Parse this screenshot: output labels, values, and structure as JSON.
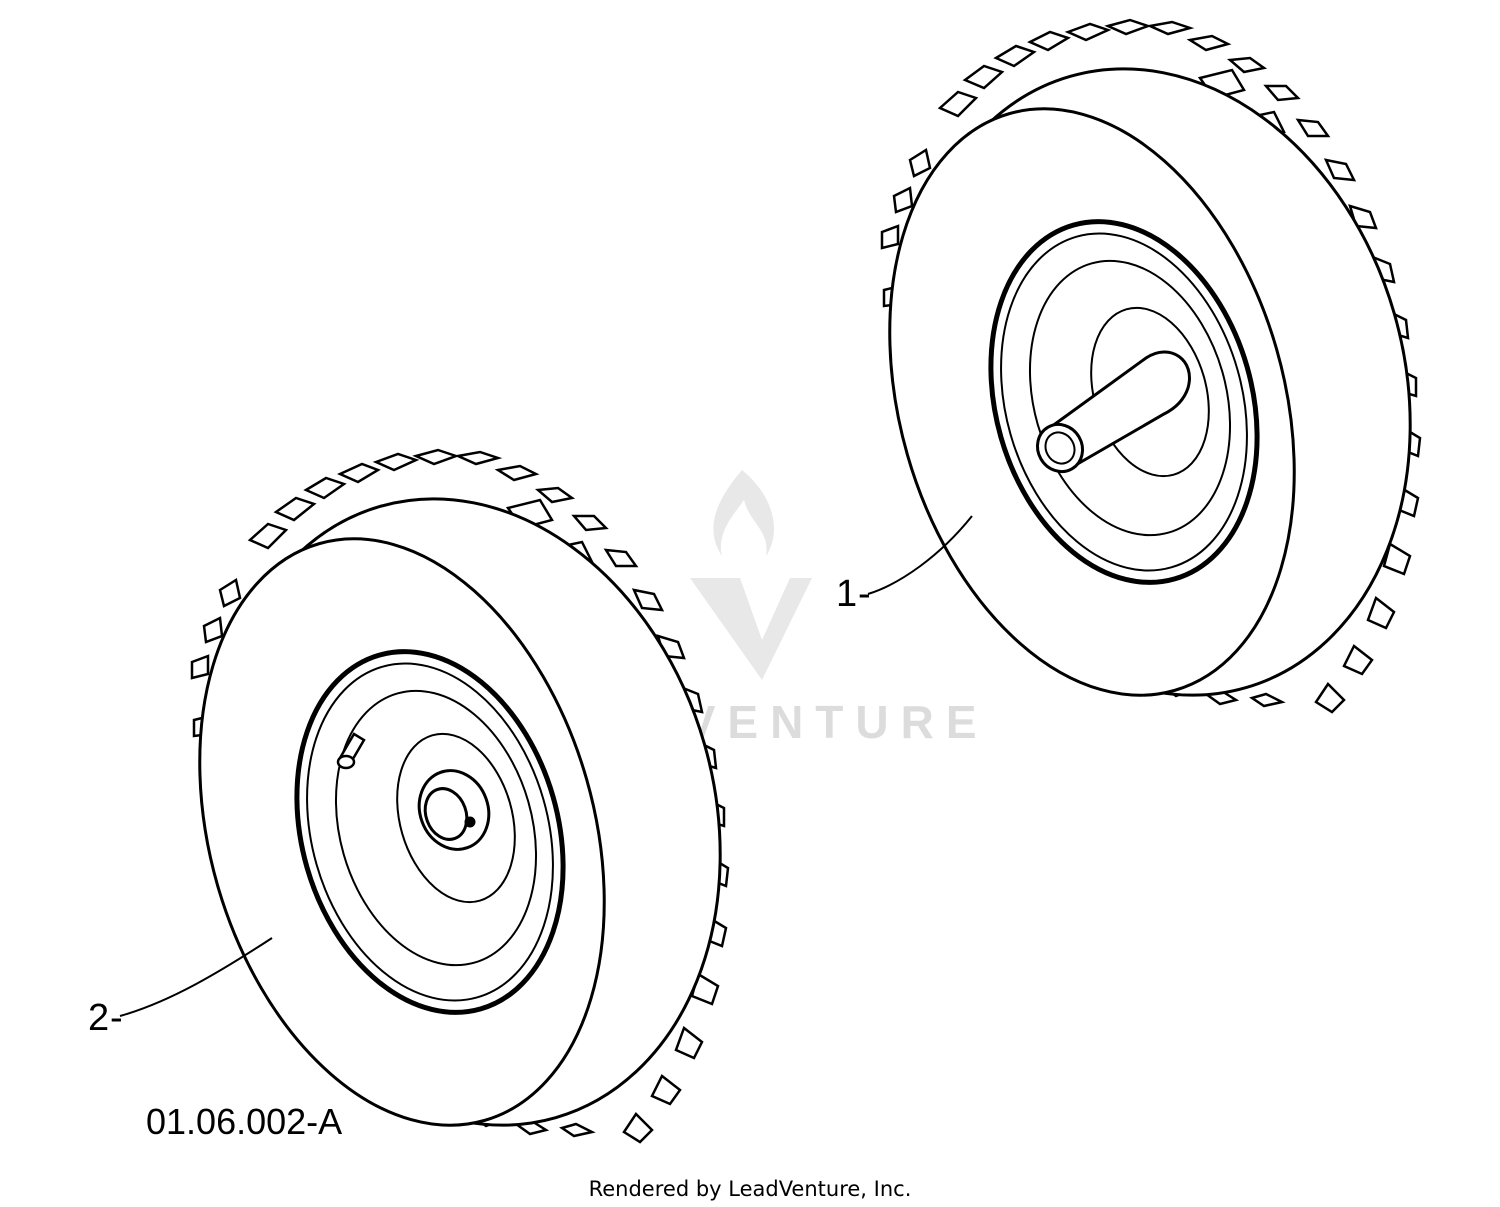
{
  "diagram": {
    "callouts": [
      {
        "number": "1",
        "part": "wheel-with-axle"
      },
      {
        "number": "2",
        "part": "wheel-with-hub"
      }
    ],
    "diagram_id": "01.06.002-A",
    "footer": "Rendered by LeadVenture, Inc.",
    "watermark": "LEADVENTURE"
  },
  "colors": {
    "line": "#000000",
    "watermark": "#d9d9d9",
    "background": "#ffffff"
  }
}
